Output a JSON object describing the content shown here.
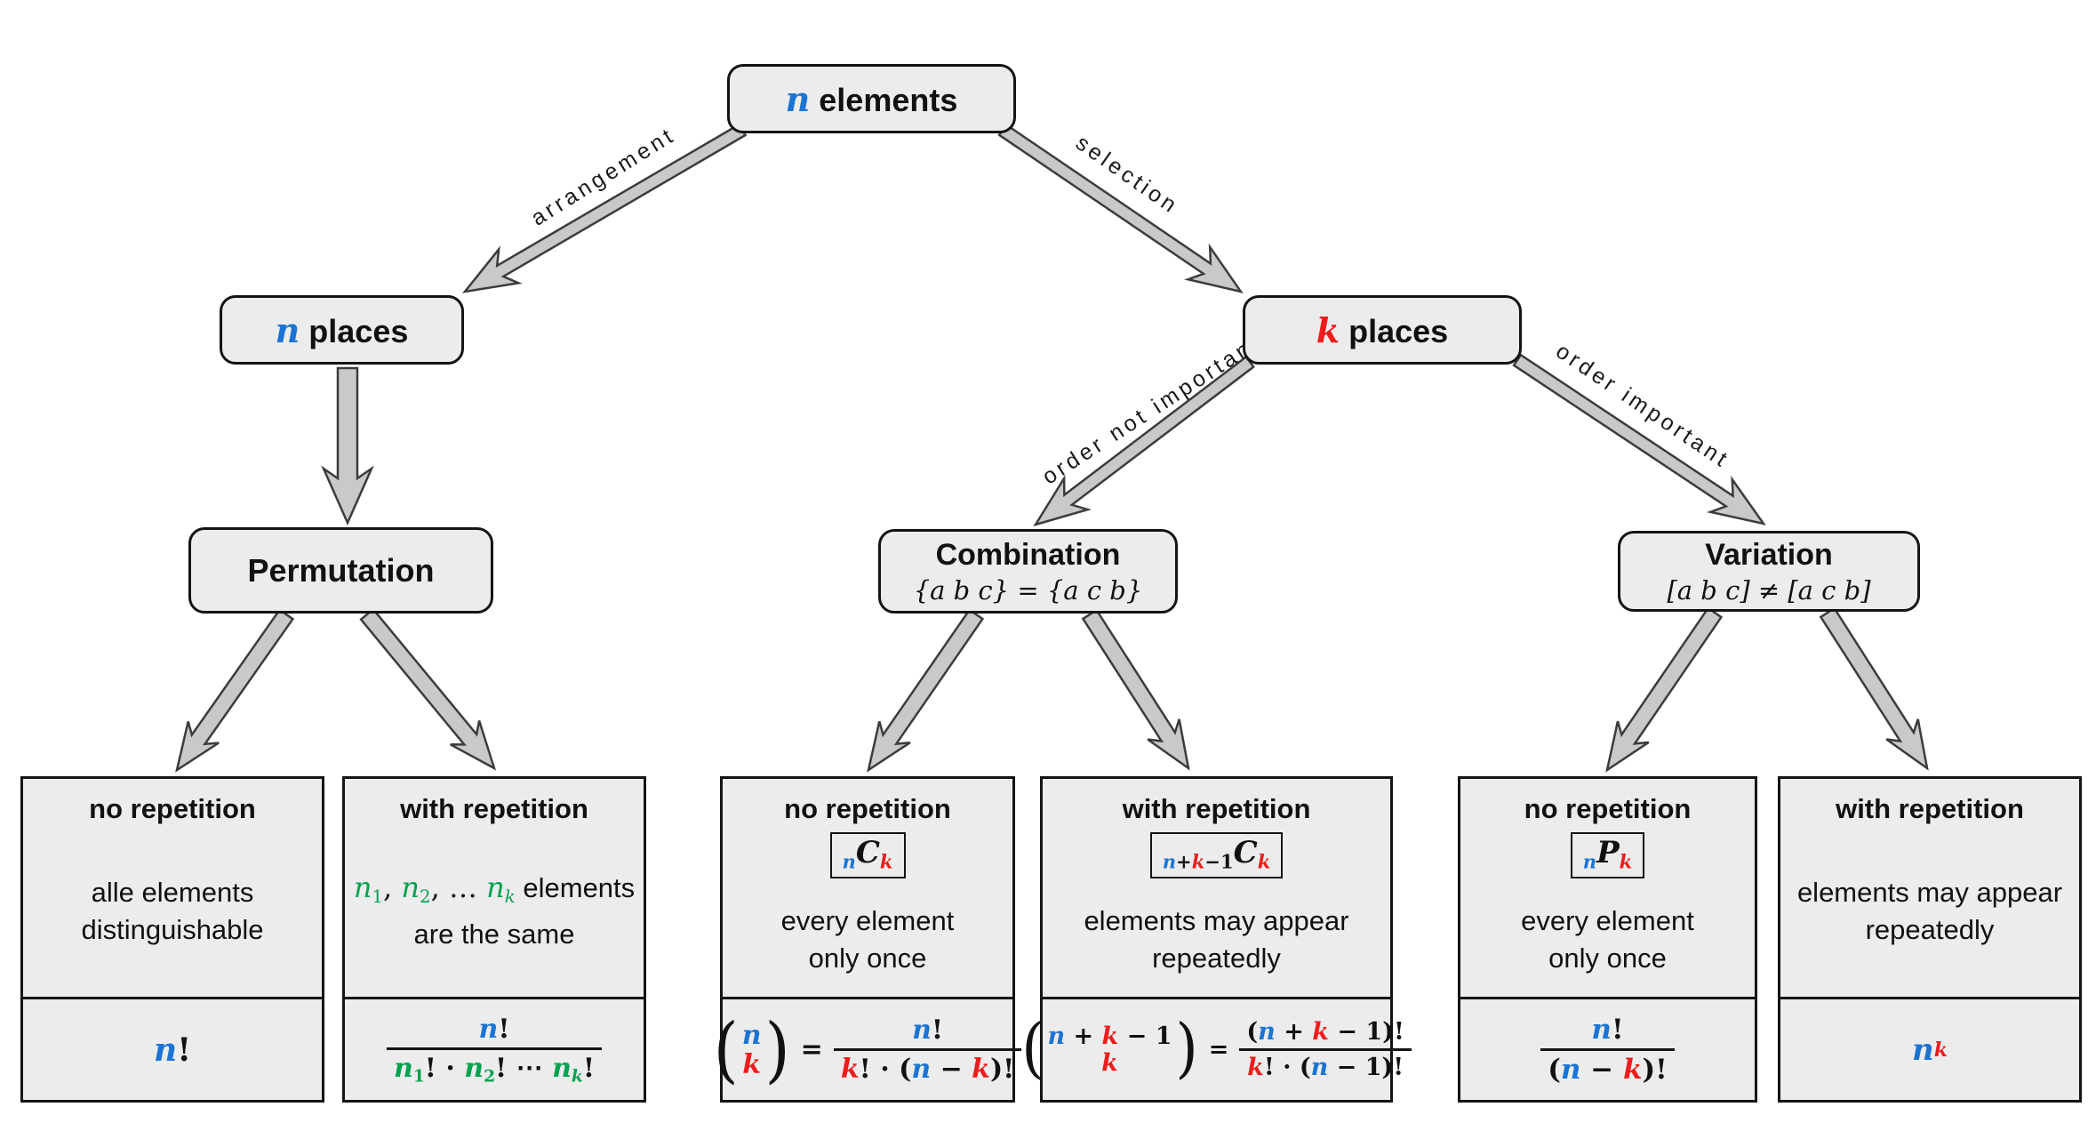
{
  "palette": {
    "blue": "#1b74d3",
    "red": "#ee1c1c",
    "green": "#00a34e",
    "box_fill": "#ececec",
    "box_border": "#141414",
    "arrow_fill": "#c9c9c9",
    "arrow_stroke": "#3c3c3c"
  },
  "nodes": {
    "root": {
      "var": "n",
      "label": "elements"
    },
    "n_places": {
      "var": "n",
      "label": "places"
    },
    "k_places": {
      "var": "k",
      "label": "places"
    },
    "permutation": {
      "title": "Permutation"
    },
    "combination": {
      "title": "Combination",
      "subtitle": "{a b c} = {a c b}"
    },
    "variation": {
      "title": "Variation",
      "subtitle": "[a b c] ≠ [a c b]"
    }
  },
  "edges": {
    "arrangement": "arrangement",
    "selection": "selection",
    "order_not_important": "order not important",
    "order_important": "order important"
  },
  "leaves": [
    {
      "heading": "no repetition",
      "body": [
        "alle elements",
        "distinguishable"
      ],
      "formula": {
        "inline": [
          {
            "t": "n",
            "c": "blue"
          },
          {
            "t": "!",
            "u": 1
          }
        ]
      }
    },
    {
      "heading": "with repetition",
      "body_math": [
        {
          "t": "n",
          "c": "green"
        },
        {
          "t": "1",
          "c": "green",
          "v": "sub",
          "u": 1
        },
        {
          "t": ", ",
          "u": 1
        },
        {
          "t": "n",
          "c": "green"
        },
        {
          "t": "2",
          "c": "green",
          "v": "sub",
          "u": 1
        },
        {
          "t": ", … ",
          "u": 1
        },
        {
          "t": "n",
          "c": "green"
        },
        {
          "t": "k",
          "c": "green",
          "v": "sub"
        },
        {
          "t": " elements",
          "f": "sans"
        }
      ],
      "body2": "are the same",
      "formula": {
        "num": [
          {
            "t": "n",
            "c": "blue"
          },
          {
            "t": "!",
            "u": 1
          }
        ],
        "den": [
          {
            "t": "n",
            "c": "green"
          },
          {
            "t": "1",
            "c": "green",
            "v": "sub",
            "u": 1
          },
          {
            "t": "! · ",
            "u": 1
          },
          {
            "t": "n",
            "c": "green"
          },
          {
            "t": "2",
            "c": "green",
            "v": "sub",
            "u": 1
          },
          {
            "t": "! ⋯ ",
            "u": 1
          },
          {
            "t": "n",
            "c": "green"
          },
          {
            "t": "k",
            "c": "green",
            "v": "sub"
          },
          {
            "t": "!",
            "u": 1
          }
        ]
      }
    },
    {
      "heading": "no repetition",
      "badge": [
        {
          "t": "n",
          "c": "blue",
          "v": "sub"
        },
        {
          "t": "C"
        },
        {
          "t": "k",
          "c": "red",
          "v": "sub"
        }
      ],
      "body": [
        "every element",
        "only once"
      ],
      "formula": {
        "top": [
          {
            "t": "n",
            "c": "blue"
          }
        ],
        "bot": [
          {
            "t": "k",
            "c": "red"
          }
        ],
        "eq": "=",
        "num": [
          {
            "t": "n",
            "c": "blue"
          },
          {
            "t": "!",
            "u": 1
          }
        ],
        "den": [
          {
            "t": "k",
            "c": "red"
          },
          {
            "t": "! · (",
            "u": 1
          },
          {
            "t": "n",
            "c": "blue"
          },
          {
            "t": " − ",
            "u": 1
          },
          {
            "t": "k",
            "c": "red"
          },
          {
            "t": ")!",
            "u": 1
          }
        ]
      }
    },
    {
      "heading": "with repetition",
      "badge": [
        {
          "t": "n",
          "c": "blue",
          "v": "sub"
        },
        {
          "t": "+",
          "v": "sub",
          "u": 1
        },
        {
          "t": "k",
          "c": "red",
          "v": "sub"
        },
        {
          "t": "−1",
          "v": "sub",
          "u": 1
        },
        {
          "t": "C"
        },
        {
          "t": "k",
          "c": "red",
          "v": "sub"
        }
      ],
      "body": [
        "elements may appear",
        "repeatedly"
      ],
      "formula": {
        "top": [
          {
            "t": "n",
            "c": "blue"
          },
          {
            "t": " + ",
            "u": 1
          },
          {
            "t": "k",
            "c": "red"
          },
          {
            "t": " − 1",
            "u": 1
          }
        ],
        "bot": [
          {
            "t": "k",
            "c": "red"
          }
        ],
        "eq": "=",
        "num": [
          {
            "t": "(",
            "u": 1
          },
          {
            "t": "n",
            "c": "blue"
          },
          {
            "t": " + ",
            "u": 1
          },
          {
            "t": "k",
            "c": "red"
          },
          {
            "t": " − 1",
            "u": 1
          },
          {
            "t": ")!",
            "u": 1
          }
        ],
        "den": [
          {
            "t": "k",
            "c": "red"
          },
          {
            "t": "! · (",
            "u": 1
          },
          {
            "t": "n",
            "c": "blue"
          },
          {
            "t": " − 1)!",
            "u": 1
          }
        ]
      }
    },
    {
      "heading": "no repetition",
      "badge": [
        {
          "t": "n",
          "c": "blue",
          "v": "sub"
        },
        {
          "t": "P"
        },
        {
          "t": "k",
          "c": "red",
          "v": "sub"
        }
      ],
      "body": [
        "every element",
        "only once"
      ],
      "formula": {
        "num": [
          {
            "t": "n",
            "c": "blue"
          },
          {
            "t": "!",
            "u": 1
          }
        ],
        "den": [
          {
            "t": "(",
            "u": 1
          },
          {
            "t": "n",
            "c": "blue"
          },
          {
            "t": " − ",
            "u": 1
          },
          {
            "t": "k",
            "c": "red"
          },
          {
            "t": ")!",
            "u": 1
          }
        ]
      }
    },
    {
      "heading": "with repetition",
      "body": [
        "elements may appear",
        "repeatedly"
      ],
      "formula": {
        "inline": [
          {
            "t": "n",
            "c": "blue"
          },
          {
            "t": "k",
            "c": "red",
            "v": "sup"
          }
        ]
      }
    }
  ]
}
